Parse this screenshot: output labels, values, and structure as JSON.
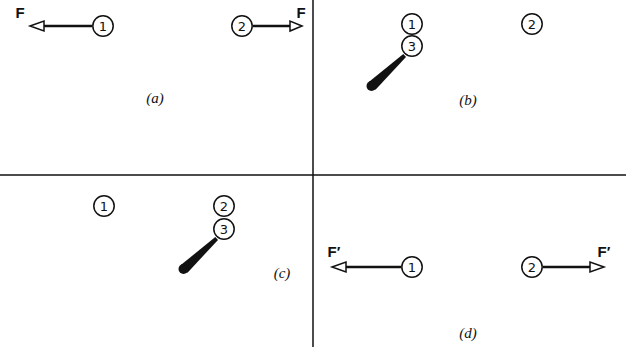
{
  "diagram": {
    "nodes": [
      {
        "text": [
          "1"
        ]
      },
      {
        "text": [
          "2"
        ]
      },
      {
        "text": [
          "1"
        ]
      },
      {
        "text": [
          "2"
        ]
      },
      {
        "text": [
          "3"
        ]
      },
      {
        "text": [
          "1"
        ]
      },
      {
        "text": [
          "2"
        ]
      },
      {
        "text": [
          "3"
        ]
      },
      {
        "text": [
          "1"
        ]
      },
      {
        "text": [
          "2"
        ]
      }
    ],
    "labels": [
      "F",
      "F",
      "(a)",
      "(b)",
      "(c)",
      "(d)",
      "F′",
      "F′"
    ]
  }
}
